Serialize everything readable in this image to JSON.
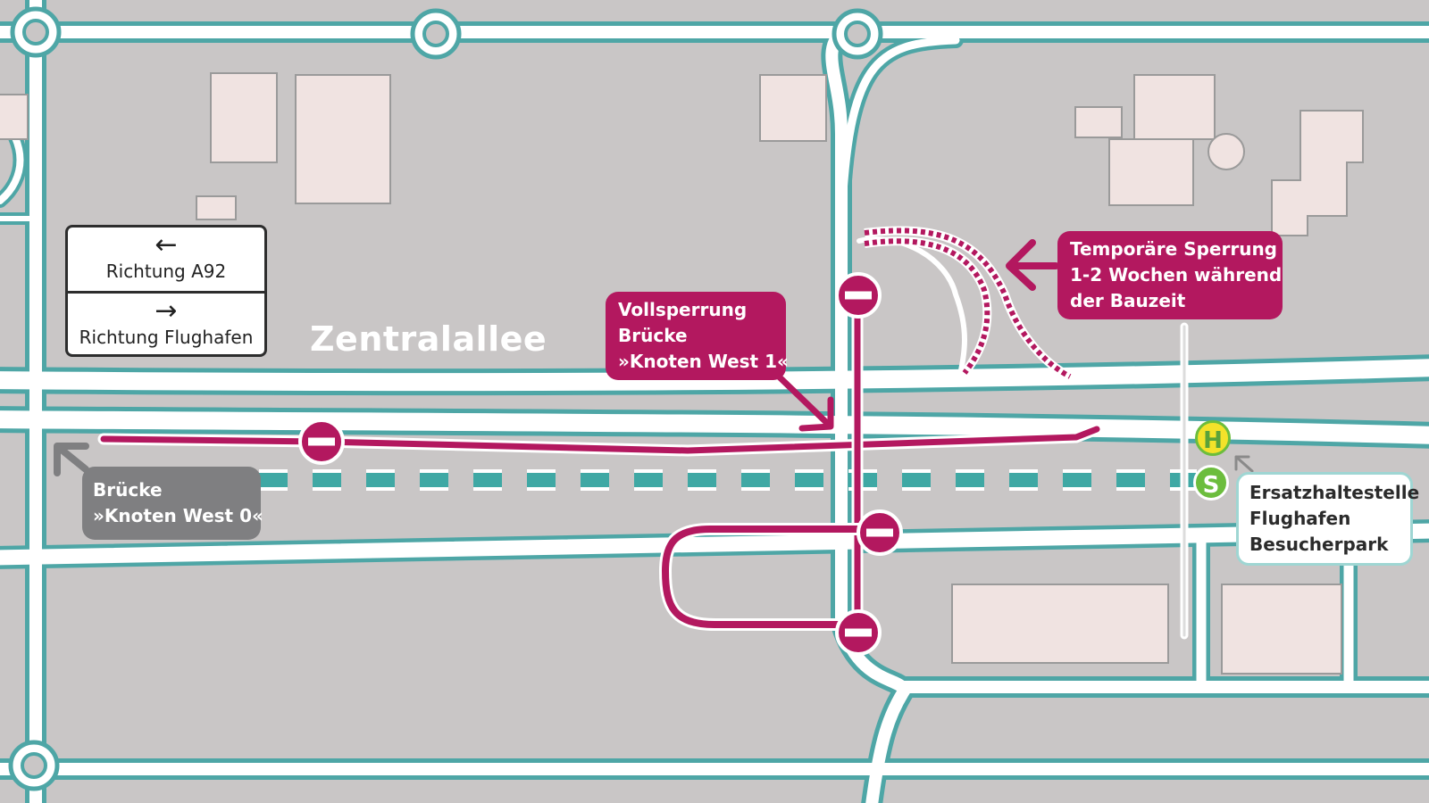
{
  "map": {
    "colors": {
      "land": "#c9c6c6",
      "road": "#ffffff",
      "road_edge": "#4ea6a6",
      "closure": "#b3185f",
      "building": "#f0e3e1",
      "bus_stop": "#f3e22a",
      "sbahn": "#6cbd3d"
    }
  },
  "street_name": "Zentralallee",
  "signpost": {
    "top_arrow_icon": "arrow-left-icon",
    "top_label": "Richtung A92",
    "bottom_arrow_icon": "arrow-right-icon",
    "bottom_label": "Richtung Flughafen"
  },
  "callouts": {
    "vollsperrung": {
      "line1": "Vollsperrung",
      "line2": "Brücke",
      "line3": "»Knoten West 1«"
    },
    "temporaere_sperrung": {
      "line1": "Temporäre Sperrung",
      "line2": "1-2 Wochen während",
      "line3": "der Bauzeit"
    },
    "bruecke_west0": {
      "line1": "Brücke",
      "line2": "»Knoten West 0«"
    },
    "ersatzhaltestelle": {
      "line1": "Ersatzhaltestelle",
      "line2": "Flughafen",
      "line3": "Besucherpark"
    }
  },
  "stops": {
    "bus_letter": "H",
    "sbahn_letter": "S"
  },
  "icons": {
    "no_entry": "no-entry-icon",
    "arrow": "arrow-icon"
  }
}
